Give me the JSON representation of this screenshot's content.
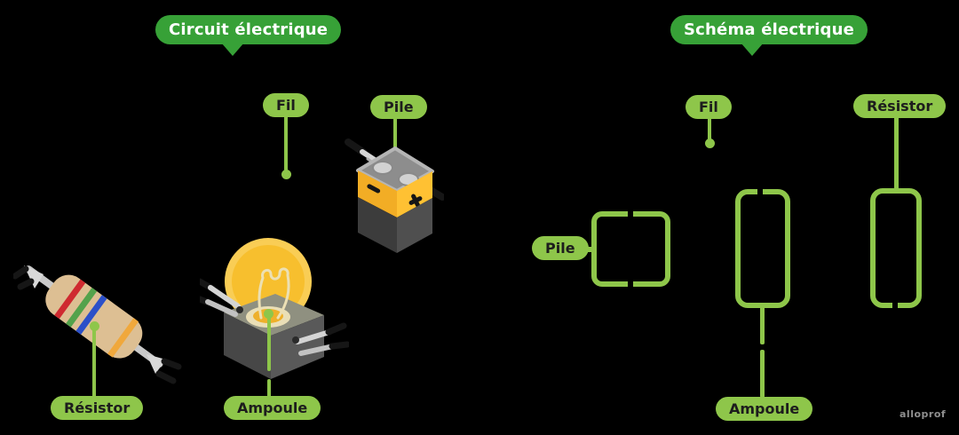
{
  "titles": {
    "left": "Circuit électrique",
    "right": "Schéma électrique"
  },
  "left": {
    "fil": "Fil",
    "pile": "Pile",
    "resistor": "Résistor",
    "ampoule": "Ampoule"
  },
  "right": {
    "fil": "Fil",
    "pile": "Pile",
    "resistor": "Résistor",
    "ampoule": "Ampoule"
  },
  "watermark": "alloprof",
  "colors": {
    "background": "#000000",
    "title_green": "#37a137",
    "label_green": "#8ec64a",
    "label_text": "#1d1d1d",
    "title_text": "#ffffff",
    "battery_yellow": "#f2ad25",
    "battery_gray": "#4f4f4f",
    "bulb_yellow": "#f7bf2e",
    "resistor_body": "#ddbf93"
  },
  "illustrations": {
    "battery": "9v-battery-with-clips",
    "bulb": "glowing-bulb-on-socket-base",
    "resistor": "axial-resistor-with-clips"
  }
}
